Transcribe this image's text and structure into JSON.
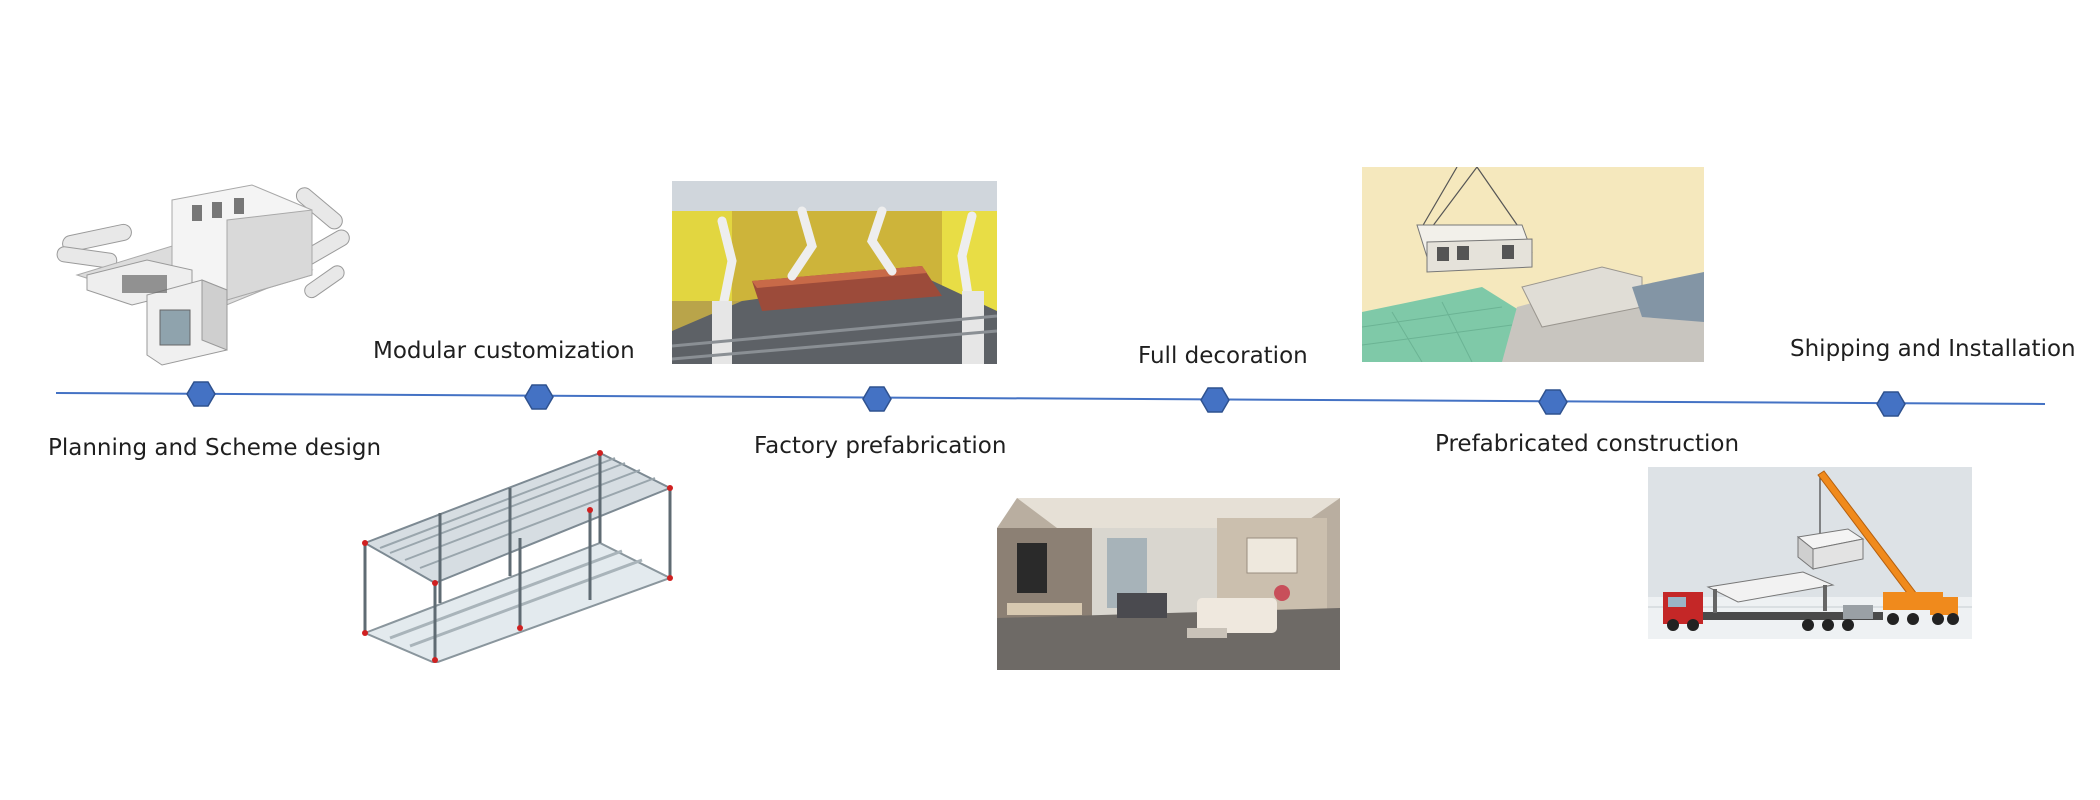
{
  "timeline": {
    "line_color": "#4472C4",
    "node_color": "#4472C4",
    "node_border": "#2F528F",
    "steps": [
      {
        "label": "Planning and Scheme design",
        "image": "house-model-illustration"
      },
      {
        "label": "Modular customization",
        "image": "steel-frame-module-illustration"
      },
      {
        "label": "Factory prefabrication",
        "image": "robotic-welding-line-photo"
      },
      {
        "label": "Full decoration",
        "image": "decorated-interior-photo"
      },
      {
        "label": "Prefabricated construction",
        "image": "crane-lifting-module-illustration"
      },
      {
        "label": "Shipping and Installation",
        "image": "truck-and-crane-illustration"
      }
    ]
  }
}
